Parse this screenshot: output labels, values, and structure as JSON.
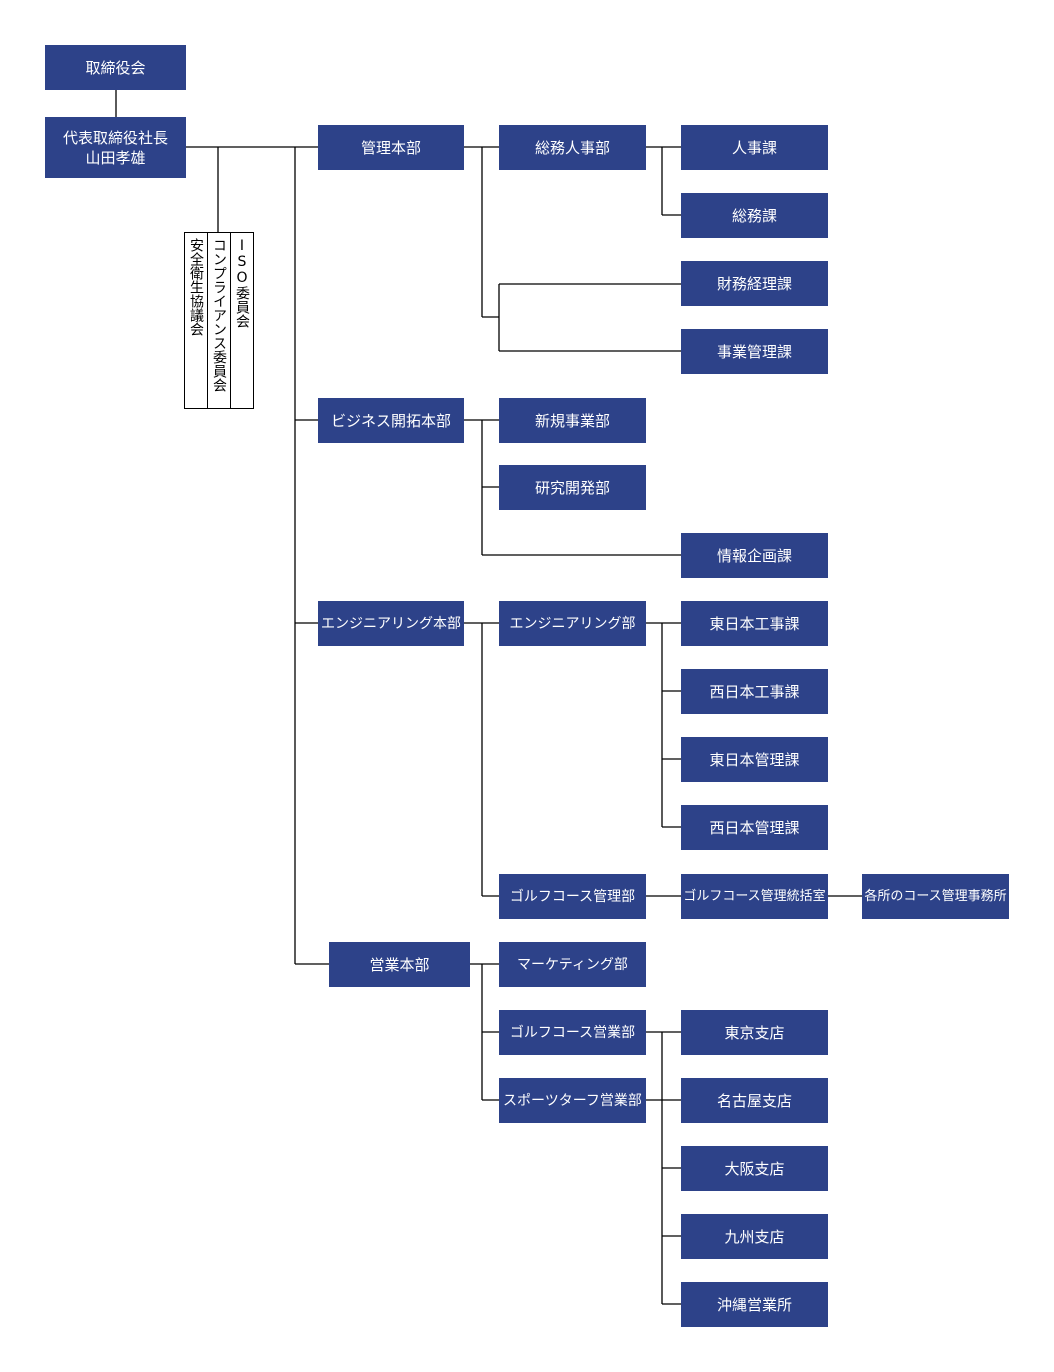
{
  "board": "取締役会",
  "ceo": {
    "title": "代表取締役社長",
    "name": "山田孝雄"
  },
  "committees": [
    "ISO委員会",
    "コンプライアンス委員会",
    "安全衛生協議会"
  ],
  "divisions": {
    "kanri": "管理本部",
    "business": "ビジネス開拓本部",
    "engineering": "エンジニアリング本部",
    "sales": "営業本部"
  },
  "departments": {
    "soumu_jinji": "総務人事部",
    "shinki": "新規事業部",
    "kenkyu": "研究開発部",
    "eng_dept": "エンジニアリング部",
    "golf_kanri": "ゴルフコース管理部",
    "marketing": "マーケティング部",
    "golf_eigyo": "ゴルフコース営業部",
    "sports_turf": "スポーツターフ営業部"
  },
  "sections": {
    "jinji": "人事課",
    "soumu": "総務課",
    "zaimu": "財務経理課",
    "jigyo_kanri": "事業管理課",
    "joho": "情報企画課",
    "higashi_koji": "東日本工事課",
    "nishi_koji": "西日本工事課",
    "higashi_kanri": "東日本管理課",
    "nishi_kanri": "西日本管理課",
    "golf_tokatsu": "ゴルフコース管理統括室",
    "course_offices": "各所のコース管理事務所",
    "tokyo": "東京支店",
    "nagoya": "名古屋支店",
    "osaka": "大阪支店",
    "kyushu": "九州支店",
    "okinawa": "沖縄営業所"
  },
  "colors": {
    "box": "#2d4289",
    "text": "#ffffff",
    "line": "#000000"
  }
}
